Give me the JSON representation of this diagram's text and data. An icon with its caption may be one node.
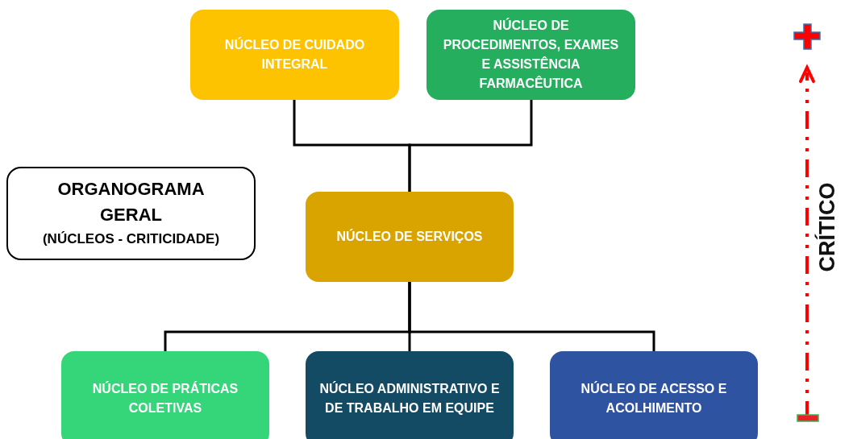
{
  "diagram": {
    "nodes": [
      {
        "text": [
          "NÚCLEO DE CUIDADO INTEGRAL"
        ]
      },
      {
        "text": [
          "NÚCLEO DE PROCEDIMENTOS, EXAMES E ASSISTÊNCIA FARMACÊUTICA"
        ]
      },
      {
        "text": [
          "ORGANOGRAMA GERAL",
          "(NÚCLEOS - CRITICIDADE)"
        ]
      },
      {
        "text": [
          "NÚCLEO DE SERVIÇOS"
        ]
      },
      {
        "text": [
          "NÚCLEO DE PRÁTICAS COLETIVAS"
        ]
      },
      {
        "text": [
          "NÚCLEO ADMINISTRATIVO E DE TRABALHO EM EQUIPE"
        ]
      },
      {
        "text": [
          "NÚCLEO DE ACESSO E ACOLHIMENTO"
        ]
      }
    ],
    "edges": [
      {
        "from": 0,
        "to": 3,
        "arrow": "none"
      },
      {
        "from": 1,
        "to": 3,
        "arrow": "none"
      },
      {
        "from": 3,
        "to": 4,
        "arrow": "none"
      },
      {
        "from": 3,
        "to": 5,
        "arrow": "none"
      },
      {
        "from": 3,
        "to": 6,
        "arrow": "none"
      }
    ],
    "labels": [
      "CRÍTICO"
    ]
  }
}
